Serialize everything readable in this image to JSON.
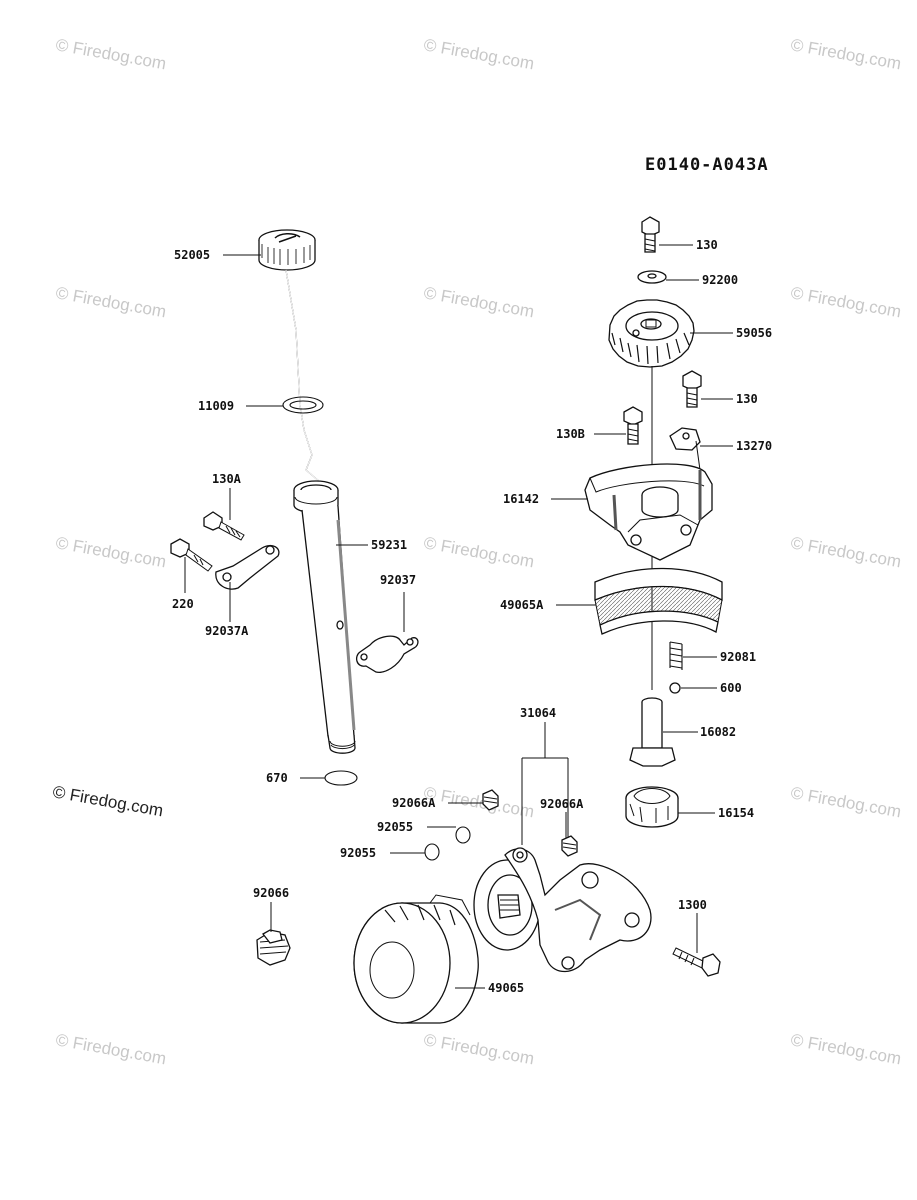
{
  "diagram_code": "E0140-A043A",
  "watermark": "© Firedog.com",
  "watermark_text": "Firedog.com",
  "parts": {
    "p52005": "52005",
    "p11009": "11009",
    "p130A": "130A",
    "p220": "220",
    "p92037A": "92037A",
    "p59231": "59231",
    "p92037": "92037",
    "p670": "670",
    "p130_top": "130",
    "p92200": "92200",
    "p59056": "59056",
    "p130_mid": "130",
    "p130B": "130B",
    "p13270": "13270",
    "p16142": "16142",
    "p49065A": "49065A",
    "p92081": "92081",
    "p600": "600",
    "p31064": "31064",
    "p16082": "16082",
    "p92066A_left": "92066A",
    "p92066A_right": "92066A",
    "p92055_a": "92055",
    "p92055_b": "92055",
    "p16154": "16154",
    "p92066": "92066",
    "p1300": "1300",
    "p49065": "49065"
  }
}
